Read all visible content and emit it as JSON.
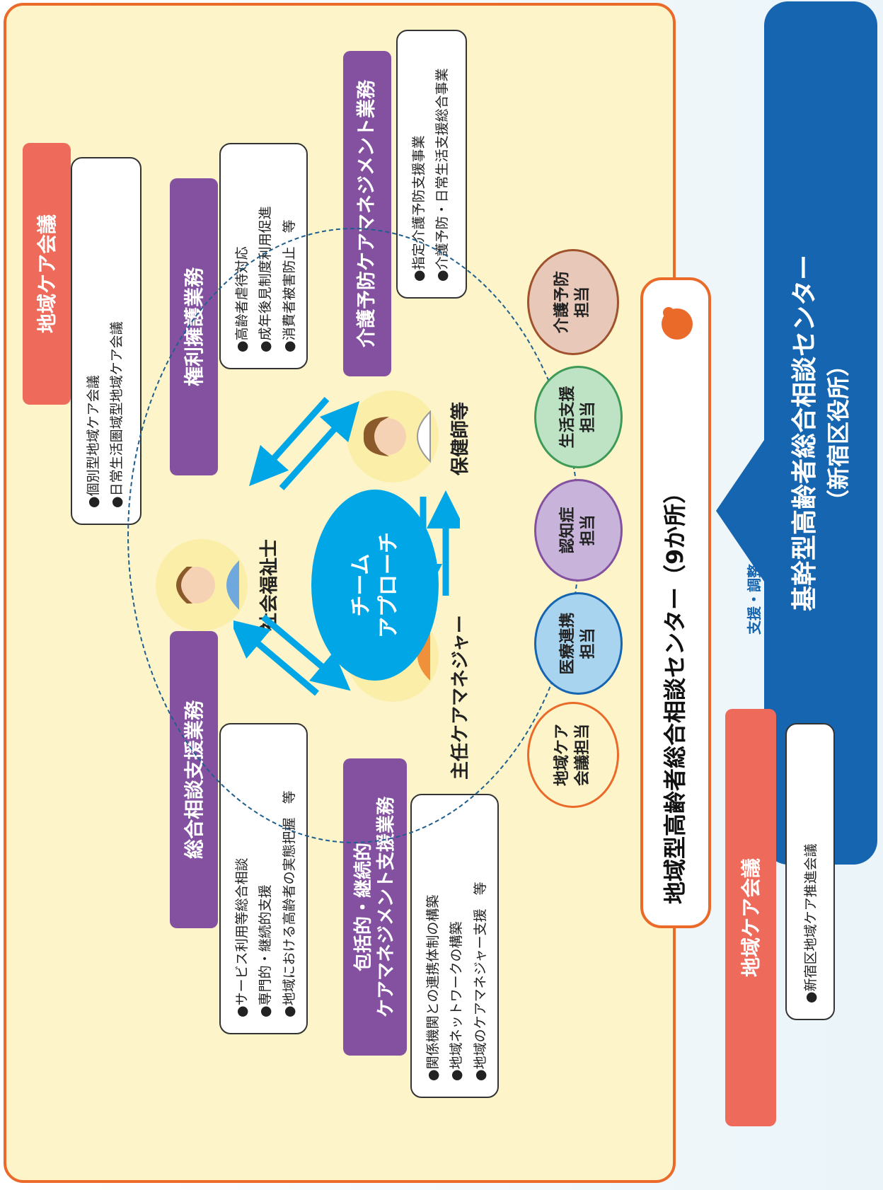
{
  "colors": {
    "frame": "#ea6a2a",
    "panel": "#fdf5c9",
    "duty_band": "#8451a1",
    "meeting_band": "#ee6b5b",
    "team": "#00a6e6",
    "arrow": "#00a6e6",
    "headquarters": "#1565b0"
  },
  "top_meeting": {
    "title": "地域ケア会議",
    "items": [
      "●個別型地域ケア会議",
      "●日常生活圏域型地域ケア会議"
    ]
  },
  "duties": {
    "rights": {
      "title": "権利擁護業務",
      "items": [
        "●高齢者虐待対応",
        "●成年後見制度利用促進",
        "●消費者被害防止　等"
      ]
    },
    "prevention": {
      "title": "介護予防ケアマネジメント業務",
      "items": [
        "●指定介護予防支援事業",
        "●介護予防・日常生活支援総合事業"
      ]
    },
    "consultation": {
      "title": "総合相談支援業務",
      "items": [
        "●サービス利用等総合相談",
        "●専門的・継続的支援",
        "●地域における高齢者の実態把握　等"
      ]
    },
    "comprehensive": {
      "title_line1": "包括的・継続的",
      "title_line2": "ケアマネジメント支援業務",
      "items": [
        "●関係機関との連携体制の構築",
        "●地域ネットワークの構築",
        "●地域のケアマネジャー支援　等"
      ]
    }
  },
  "team": {
    "center_line1": "チーム",
    "center_line2": "アプローチ",
    "social_worker": "社会福祉士",
    "nurse": "保健師等",
    "care_manager": "主任ケアマネジャー"
  },
  "assignments": [
    {
      "line1": "地域ケア",
      "line2": "会議担当",
      "color": "#fdf5c9",
      "border": "#ea6a2a"
    },
    {
      "line1": "医療連携",
      "line2": "担当",
      "color": "#a9d4f0",
      "border": "#1565b0"
    },
    {
      "line1": "認知症",
      "line2": "担当",
      "color": "#c8b4da",
      "border": "#8451a1"
    },
    {
      "line1": "生活支援",
      "line2": "担当",
      "color": "#bde3c4",
      "border": "#3f9a58"
    },
    {
      "line1": "介護予防",
      "line2": "担当",
      "color": "#e8c8b8",
      "border": "#a0522d"
    }
  ],
  "regional_center": "地域型高齢者総合相談センター（9か所）",
  "support_arrow": {
    "label": "支援・調整・統括"
  },
  "headquarters": {
    "line1": "基幹型高齢者総合相談センター",
    "line2": "（新宿区役所）"
  },
  "bottom_meeting": {
    "title": "地域ケア会議",
    "items": [
      "●新宿区地域ケア推進会議"
    ]
  }
}
